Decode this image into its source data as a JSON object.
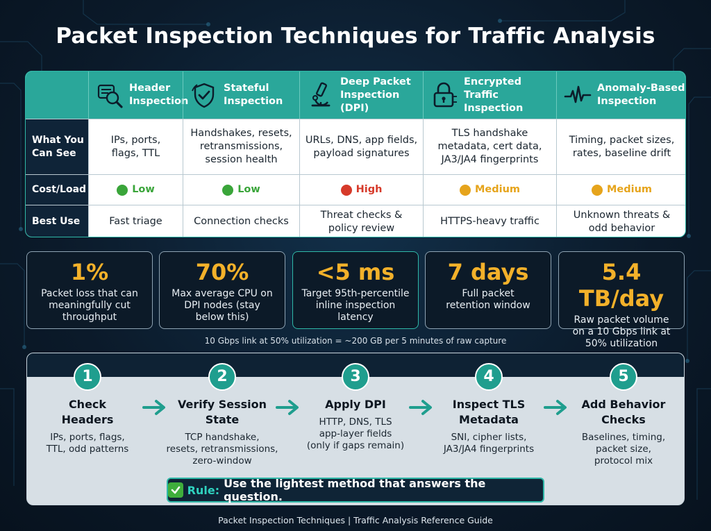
{
  "title": "Packet Inspection Techniques for Traffic Analysis",
  "table": {
    "columns": [
      {
        "label": "Header\nInspection",
        "icon": "magnifier-icon"
      },
      {
        "label": "Stateful\nInspection",
        "icon": "shield-check-icon"
      },
      {
        "label": "Deep Packet\nInspection (DPI)",
        "icon": "microscope-icon"
      },
      {
        "label": "Encrypted Traffic\nInspection",
        "icon": "lock-icon"
      },
      {
        "label": "Anomaly-Based\nInspection",
        "icon": "pulse-icon"
      }
    ],
    "rows": {
      "see": {
        "label": "What You\nCan See",
        "cells": [
          "IPs, ports,\nflags, TTL",
          "Handshakes, resets,\nretransmissions,\nsession health",
          "URLs, DNS, app fields,\npayload signatures",
          "TLS handshake\nmetadata, cert data,\nJA3/JA4 fingerprints",
          "Timing, packet sizes,\nrates, baseline drift"
        ]
      },
      "cost": {
        "label": "Cost/Load",
        "cells": [
          {
            "text": "Low",
            "color": "#3aa53a"
          },
          {
            "text": "Low",
            "color": "#3aa53a"
          },
          {
            "text": "High",
            "color": "#d63a2a"
          },
          {
            "text": "Medium",
            "color": "#e6a41c"
          },
          {
            "text": "Medium",
            "color": "#e6a41c"
          }
        ]
      },
      "use": {
        "label": "Best Use",
        "cells": [
          "Fast triage",
          "Connection checks",
          "Threat checks &\npolicy review",
          "HTTPS-heavy traffic",
          "Unknown threats &\nodd behavior"
        ]
      }
    }
  },
  "stats": [
    {
      "big": "1%",
      "small": "Packet loss that can\nmeaningfully cut\nthroughput"
    },
    {
      "big": "70%",
      "small": "Max average CPU on\nDPI nodes (stay\nbelow this)"
    },
    {
      "big": "<5 ms",
      "small": "Target 95th-percentile\ninline inspection\nlatency"
    },
    {
      "big": "7 days",
      "small": "Full packet\nretention window"
    },
    {
      "big": "5.4 TB/day",
      "small": "Raw packet volume\non a 10 Gbps link at\n50% utilization"
    }
  ],
  "footnote": "10 Gbps link at 50% utilization = ~200 GB per 5 minutes of raw capture",
  "steps": [
    {
      "num": "1",
      "title": "Check\nHeaders",
      "desc": "IPs, ports, flags,\nTTL, odd patterns"
    },
    {
      "num": "2",
      "title": "Verify Session\nState",
      "desc": "TCP handshake,\nresets, retransmissions,\nzero-window"
    },
    {
      "num": "3",
      "title": "Apply DPI",
      "desc": "HTTP, DNS, TLS\napp-layer fields\n(only if gaps remain)"
    },
    {
      "num": "4",
      "title": "Inspect TLS\nMetadata",
      "desc": "SNI, cipher lists,\nJA3/JA4 fingerprints"
    },
    {
      "num": "5",
      "title": "Add Behavior\nChecks",
      "desc": "Baselines, timing,\npacket size,\nprotocol mix"
    }
  ],
  "rule": {
    "keyword": "Rule:",
    "text": "Use the lightest method that answers the question."
  },
  "footer": "Packet Inspection Techniques | Traffic Analysis Reference Guide",
  "colors": {
    "teal": "#2aa79a",
    "navy": "#0f2438",
    "amber": "#f3b12a"
  }
}
